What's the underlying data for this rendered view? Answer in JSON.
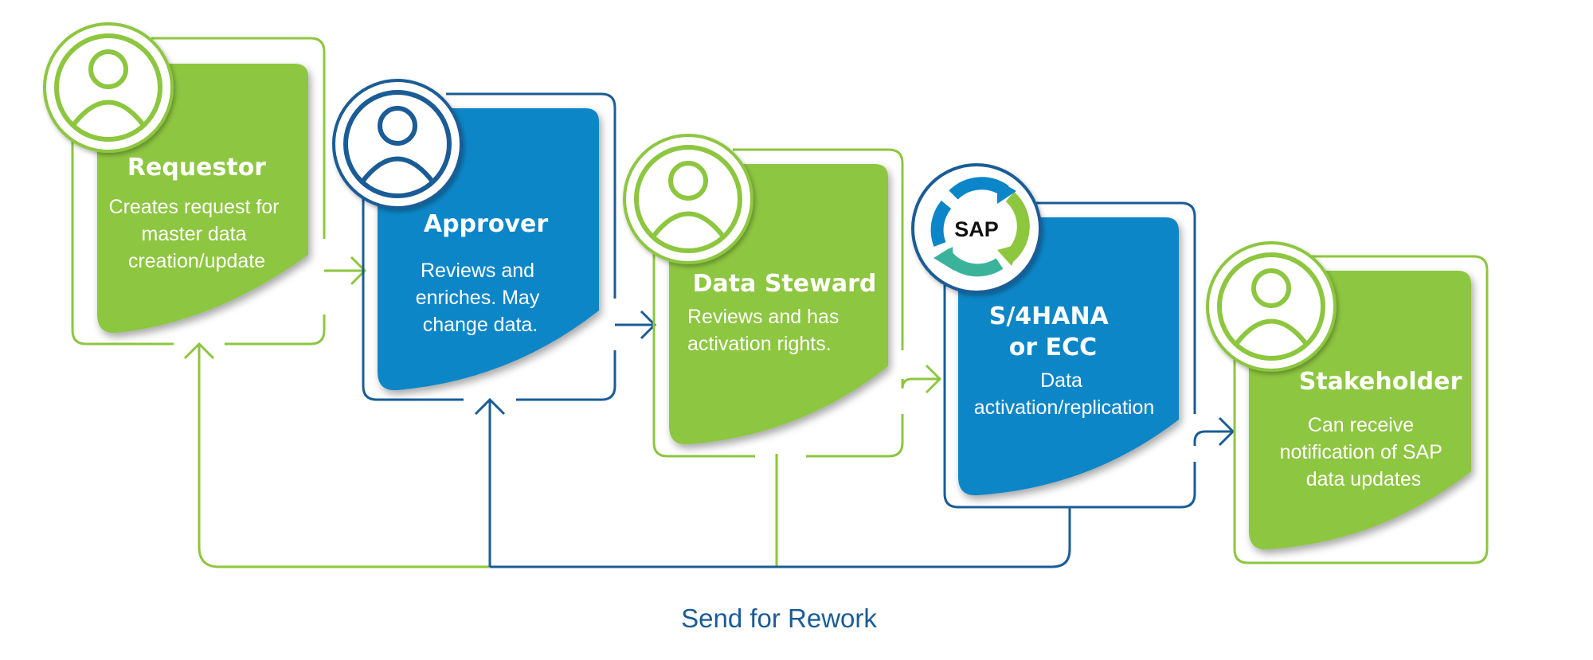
{
  "colors": {
    "green": "#8DC63F",
    "green_line": "#8DC63F",
    "blue": "#0B86C8",
    "blue_line": "#1A5C96",
    "rework_text": "#1A5C96",
    "sap_arrow_blue": "#0B86C8",
    "sap_arrow_green": "#8DC63F",
    "sap_arrow_teal": "#3BB39A"
  },
  "steps": [
    {
      "title": "Requestor",
      "description": [
        "Creates request for",
        "master data",
        "creation/update"
      ],
      "icon": "person-icon",
      "color": "green"
    },
    {
      "title": "Approver",
      "description": [
        "Reviews and",
        "enriches. May",
        "change data."
      ],
      "icon": "person-icon",
      "color": "blue"
    },
    {
      "title": "Data Steward",
      "description": [
        "Reviews and has",
        "activation rights."
      ],
      "icon": "person-icon",
      "color": "green"
    },
    {
      "title": [
        "S/4HANA",
        "or ECC"
      ],
      "description": [
        "Data",
        "activation/replication"
      ],
      "icon": "sap-cycle-icon",
      "icon_label": "SAP",
      "color": "blue"
    },
    {
      "title": "Stakeholder",
      "description": [
        "Can receive",
        "notification of SAP",
        "data updates"
      ],
      "icon": "person-icon",
      "color": "green"
    }
  ],
  "rework_label": "Send for Rework"
}
